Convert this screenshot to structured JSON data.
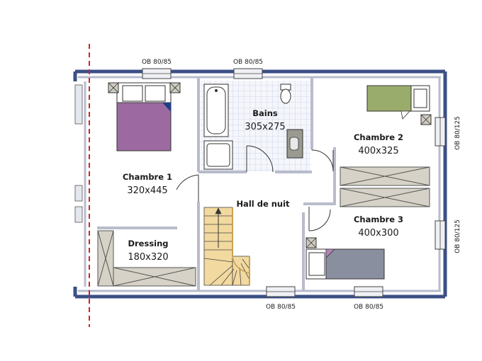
{
  "rooms": {
    "chambre1": {
      "name": "Chambre 1",
      "dims": "320x445"
    },
    "dressing": {
      "name": "Dressing",
      "dims": "180x320"
    },
    "bains": {
      "name": "Bains",
      "dims": "305x275"
    },
    "hall": {
      "name": "Hall de nuit"
    },
    "chambre2": {
      "name": "Chambre 2",
      "dims": "400x325"
    },
    "chambre3": {
      "name": "Chambre 3",
      "dims": "400x300"
    }
  },
  "windows": {
    "top_left": "OB 80/85",
    "top_mid": "OB 80/85",
    "right_upper": "OB 80/125",
    "right_lower": "OB 80/125",
    "bottom_mid": "OB 80/85",
    "bottom_right": "OB 80/85"
  },
  "colors": {
    "outer_wall": "#3b4f86",
    "section_line": "#d8202a",
    "bed_purple": "#9c6aa0",
    "bed_green": "#9aac6c",
    "bed_grey": "#8a8fa0",
    "storage": "#cfcbc0",
    "tile": "#c8cfe6"
  }
}
